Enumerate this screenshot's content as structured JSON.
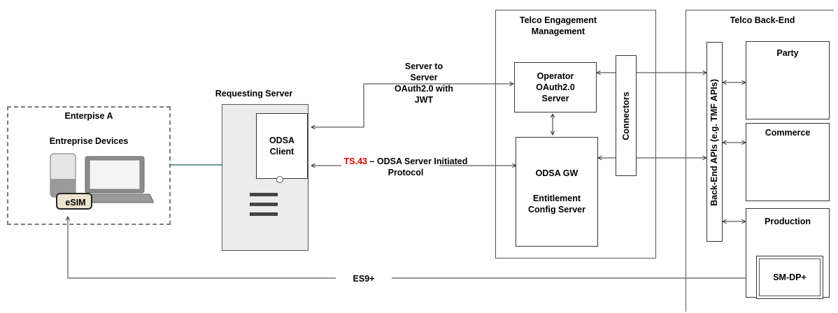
{
  "enterprise": {
    "title": "Enterpise A",
    "devices_label": "Entreprise Devices",
    "esim_label": "eSIM"
  },
  "requesting_server": {
    "title": "Requesting Server",
    "client_line1": "ODSA",
    "client_line2": "Client"
  },
  "links": {
    "s2s_line1": "Server to",
    "s2s_line2": "Server",
    "s2s_line3": "OAuth2.0 with",
    "s2s_line4": "JWT",
    "ts43_highlight": "TS.43",
    "ts43_rest": " – ODSA Server Initiated",
    "ts43_line2": "Protocol",
    "es9_label": "ES9+"
  },
  "engagement": {
    "title_line1": "Telco Engagement",
    "title_line2": "Management",
    "oauth_line1": "Operator",
    "oauth_line2": "OAuth2.0",
    "oauth_line3": "Server",
    "odsa_gw": "ODSA GW",
    "entitlement_line1": "Entitlement",
    "entitlement_line2": "Config Server",
    "connectors": "Connectors"
  },
  "backend": {
    "title": "Telco Back-End",
    "apis_label": "Back-End APIs (e.g. TMF APIs)",
    "party": "Party",
    "commerce": "Commerce",
    "production": "Production",
    "smdp": "SM-DP+"
  },
  "colors": {
    "dashed_border": "#7a7a7a",
    "box_border": "#555555",
    "link_line": "#3b7a7a",
    "highlight": "#e00000"
  }
}
